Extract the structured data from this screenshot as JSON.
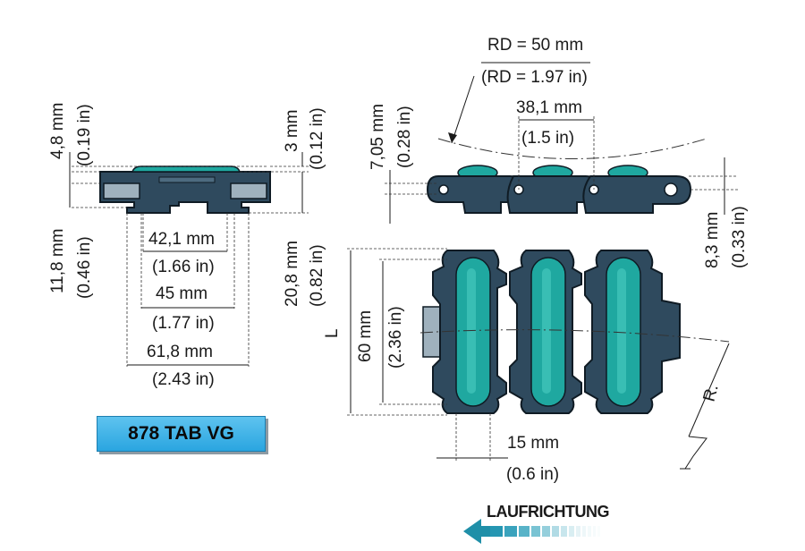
{
  "front_view": {
    "dim_top_left": {
      "mm": "4,8 mm",
      "in": "(0.19 in)"
    },
    "dim_bottom_left": {
      "mm": "11,8 mm",
      "in": "(0.46 in)"
    },
    "dim_top_right": {
      "mm": "3 mm",
      "in": "(0.12 in)"
    },
    "dim_right_height": {
      "mm": "20,8 mm",
      "in": "(0.82 in)"
    },
    "width_1": {
      "mm": "42,1 mm",
      "in": "(1.66 in)"
    },
    "width_2": {
      "mm": "45 mm",
      "in": "(1.77 in)"
    },
    "width_3": {
      "mm": "61,8 mm",
      "in": "(2.43 in)"
    }
  },
  "side_view": {
    "rd": {
      "mm": "RD = 50 mm",
      "in": "(RD = 1.97 in)"
    },
    "pitch": {
      "mm": "38,1 mm",
      "in": "(1.5 in)"
    },
    "dim_height_left": {
      "mm": "7,05 mm",
      "in": "(0.28 in)"
    },
    "dim_height_right": {
      "mm": "8,3 mm",
      "in": "(0.33 in)"
    }
  },
  "top_view": {
    "length_label": "L",
    "width": {
      "mm": "60 mm",
      "in": "(2.36 in)"
    },
    "offset": {
      "mm": "15 mm",
      "in": "(0.6 in)"
    },
    "radius_label": "R."
  },
  "badge": {
    "label": "878 TAB VG"
  },
  "direction": {
    "label": "LAUFRICHTUNG"
  },
  "colors": {
    "chain_body": "#2f4a5e",
    "top_plate": "#1fa8a0",
    "badge": "#3db4ea"
  }
}
